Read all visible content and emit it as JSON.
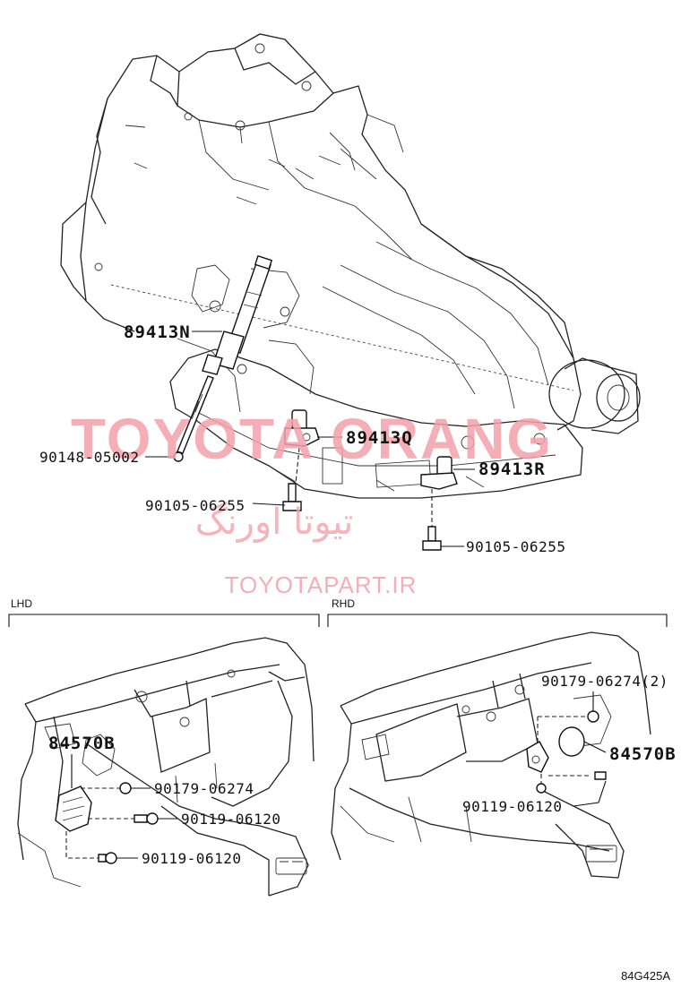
{
  "watermarks": {
    "brand": "TOYOTA ORANG",
    "persian": "تیوتا اورنگ",
    "site": "TOYOTAPART.IR"
  },
  "sections": {
    "lhd": "LHD",
    "rhd": "RHD"
  },
  "parts": {
    "p89413N": "89413N",
    "p90148": "90148-05002",
    "p89413Q": "89413Q",
    "p90105a": "90105-06255",
    "p89413R": "89413R",
    "p90105b": "90105-06255",
    "lhd_84570B": "84570B",
    "lhd_90179": "90179-06274",
    "lhd_90119a": "90119-06120",
    "lhd_90119b": "90119-06120",
    "rhd_90179": "90179-06274(2)",
    "rhd_84570B": "84570B",
    "rhd_90119": "90119-06120"
  },
  "illustration_code": "84G425A"
}
